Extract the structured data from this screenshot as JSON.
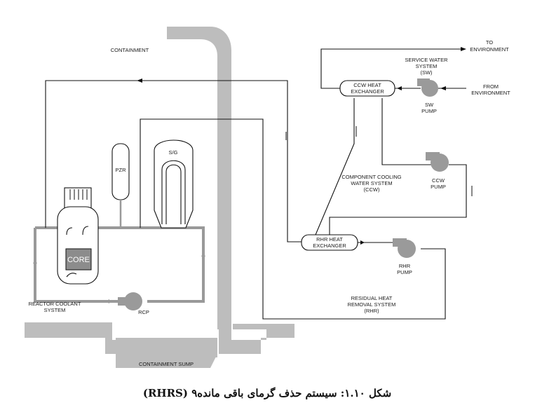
{
  "labels": {
    "containment": "CONTAINMENT",
    "containment_sump": "CONTAINMENT SUMP",
    "to_environment": [
      "TO",
      "ENVIRONMENT"
    ],
    "from_environment": [
      "FROM",
      "ENVIRONMENT"
    ],
    "service_water": [
      "SERVICE WATER",
      "SYSTEM",
      "(SW)"
    ],
    "sw_pump": [
      "SW",
      "PUMP"
    ],
    "ccw_hx": [
      "CCW HEAT",
      "EXCHANGER"
    ],
    "ccw_system": [
      "COMPONENT COOLING",
      "WATER SYSTEM",
      "(CCW)"
    ],
    "ccw_pump": [
      "CCW",
      "PUMP"
    ],
    "rhr_hx": [
      "RHR HEAT",
      "EXCHANGER"
    ],
    "rhr_pump": [
      "RHR",
      "PUMP"
    ],
    "rhr_system": [
      "RESIDUAL HEAT",
      "REMOVAL SYSTEM",
      "(RHR)"
    ],
    "pzr": "PZR",
    "sg": "S/G",
    "core": "CORE",
    "rcp": "RCP",
    "reactor_coolant_system": [
      "REACTOR COOLANT",
      "SYSTEM"
    ]
  },
  "caption": "شکل ۱.۱۰: سیستم حذف گرمای باقی مانده۹ (RHRS)",
  "colors": {
    "containment_wall": "#bdbdbd",
    "thick_pipe": "#999999",
    "pump_fill": "#9a9a9a",
    "core_fill": "#8c8c8c",
    "line": "#111111"
  }
}
